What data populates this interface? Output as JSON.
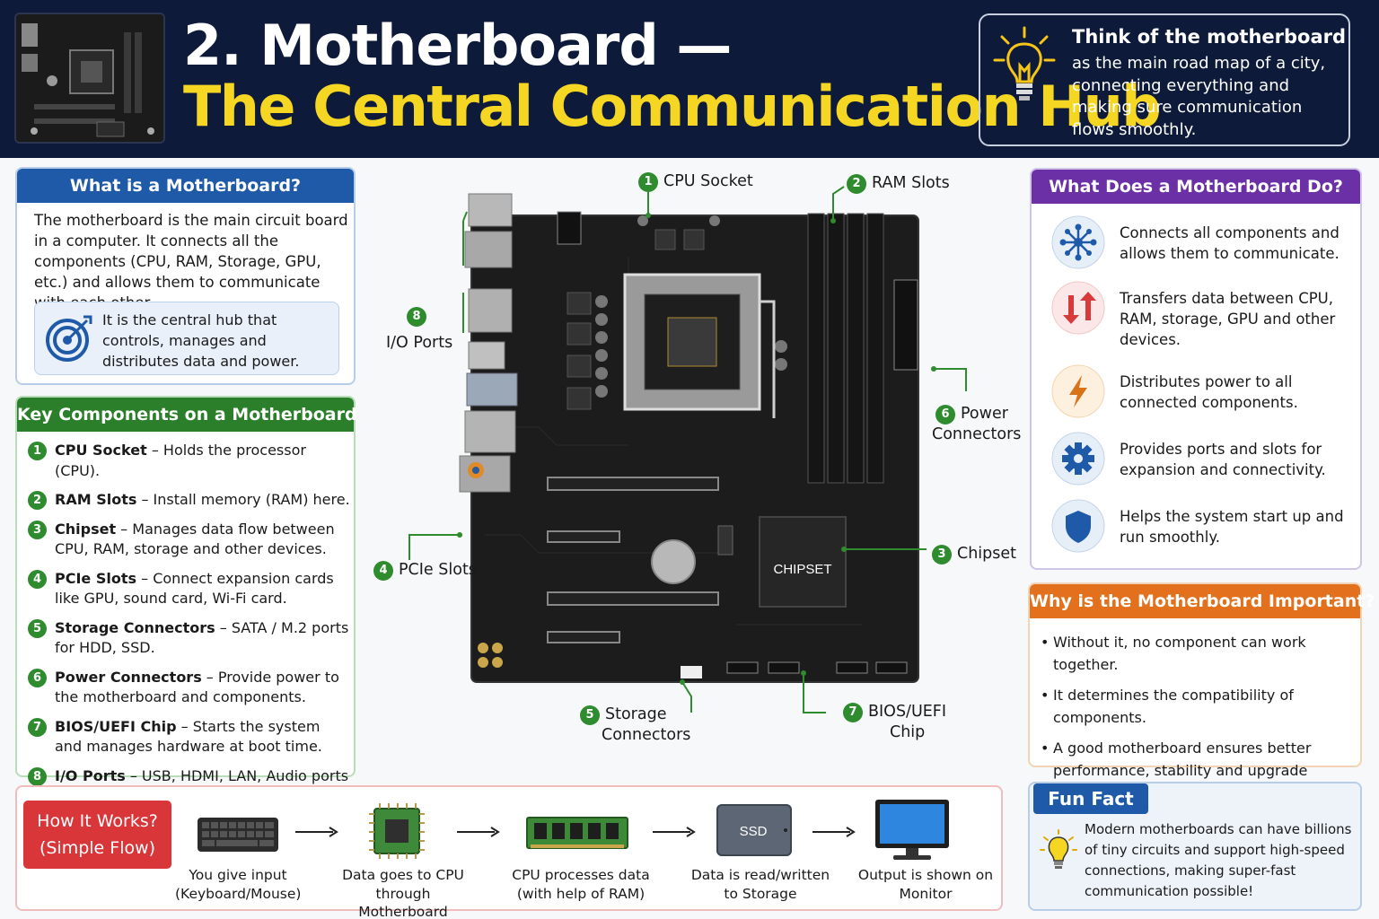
{
  "header": {
    "title_line1": "2. Motherboard —",
    "title_line2": "The Central Communication Hub",
    "tip_head": "Think of the motherboard",
    "tip_body": "as the main road map of a city, connecting everything and making sure communication flows smoothly."
  },
  "what": {
    "heading": "What is a Motherboard?",
    "text": "The motherboard is the main circuit board in a computer. It connects all the components (CPU, RAM, Storage, GPU, etc.) and allows them to communicate with each other.",
    "hub": "It is the central hub that controls, manages and distributes data and power."
  },
  "key": {
    "heading": "Key Components on a Motherboard",
    "items": [
      {
        "num": "1",
        "name": "CPU Socket",
        "desc": " – Holds the processor (CPU)."
      },
      {
        "num": "2",
        "name": "RAM Slots",
        "desc": " – Install memory (RAM) here."
      },
      {
        "num": "3",
        "name": "Chipset",
        "desc": " – Manages data flow between CPU, RAM, storage and other devices."
      },
      {
        "num": "4",
        "name": "PCIe Slots",
        "desc": " – Connect expansion cards like GPU, sound card, Wi-Fi card."
      },
      {
        "num": "5",
        "name": "Storage Connectors",
        "desc": " – SATA / M.2 ports for HDD, SSD."
      },
      {
        "num": "6",
        "name": "Power Connectors",
        "desc": " – Provide power to the motherboard and components."
      },
      {
        "num": "7",
        "name": "BIOS/UEFI Chip",
        "desc": " – Starts the system and manages hardware at boot time."
      },
      {
        "num": "8",
        "name": "I/O Ports",
        "desc": " – USB, HDMI, LAN, Audio ports to connect external devices."
      }
    ]
  },
  "diagram": {
    "board_chipset_label": "CHIPSET",
    "callouts": {
      "cpu": {
        "num": "1",
        "label": "CPU Socket"
      },
      "ram": {
        "num": "2",
        "label": "RAM Slots"
      },
      "chipset": {
        "num": "3",
        "label": "Chipset"
      },
      "pcie": {
        "num": "4",
        "label": "PCIe Slots"
      },
      "storage": {
        "num": "5",
        "label1": "Storage",
        "label2": "Connectors"
      },
      "power": {
        "num": "6",
        "label1": "Power",
        "label2": "Connectors"
      },
      "bios": {
        "num": "7",
        "label1": "BIOS/UEFI",
        "label2": "Chip"
      },
      "io": {
        "num": "8",
        "label": "I/O Ports"
      }
    },
    "accent_green": "#2e8b2e"
  },
  "does": {
    "heading": "What Does a Motherboard Do?",
    "items": [
      {
        "icon": "network-icon",
        "text": "Connects all components and allows them to communicate."
      },
      {
        "icon": "transfer-arrows-icon",
        "text": "Transfers data between CPU, RAM, storage, GPU and other devices."
      },
      {
        "icon": "lightning-icon",
        "text": "Distributes power to all connected components."
      },
      {
        "icon": "gear-icon",
        "text": "Provides ports and slots for expansion and connectivity."
      },
      {
        "icon": "shield-icon",
        "text": "Helps the system start up and run smoothly."
      }
    ]
  },
  "why": {
    "heading": "Why is the Motherboard Important?",
    "items": [
      "Without it, no component can work together.",
      "It determines the compatibility of components.",
      "A good motherboard ensures better performance, stability and upgrade options."
    ]
  },
  "fun": {
    "heading": "Fun Fact",
    "text": "Modern motherboards can have billions of tiny circuits and support high-speed connections, making super-fast communication possible!"
  },
  "flow": {
    "title": "How It Works? (Simple Flow)",
    "ssd_label": "SSD",
    "steps": [
      {
        "icon": "keyboard-icon",
        "line1": "You give input",
        "line2": "(Keyboard/Mouse)"
      },
      {
        "icon": "motherboard-icon",
        "line1": "Data goes to CPU",
        "line2": "through Motherboard"
      },
      {
        "icon": "ram-icon",
        "line1": "CPU processes data",
        "line2": "(with help of RAM)"
      },
      {
        "icon": "ssd-icon",
        "line1": "Data is read/written",
        "line2": "to Storage"
      },
      {
        "icon": "monitor-icon",
        "line1": "Output is shown on",
        "line2": "Monitor"
      }
    ]
  }
}
